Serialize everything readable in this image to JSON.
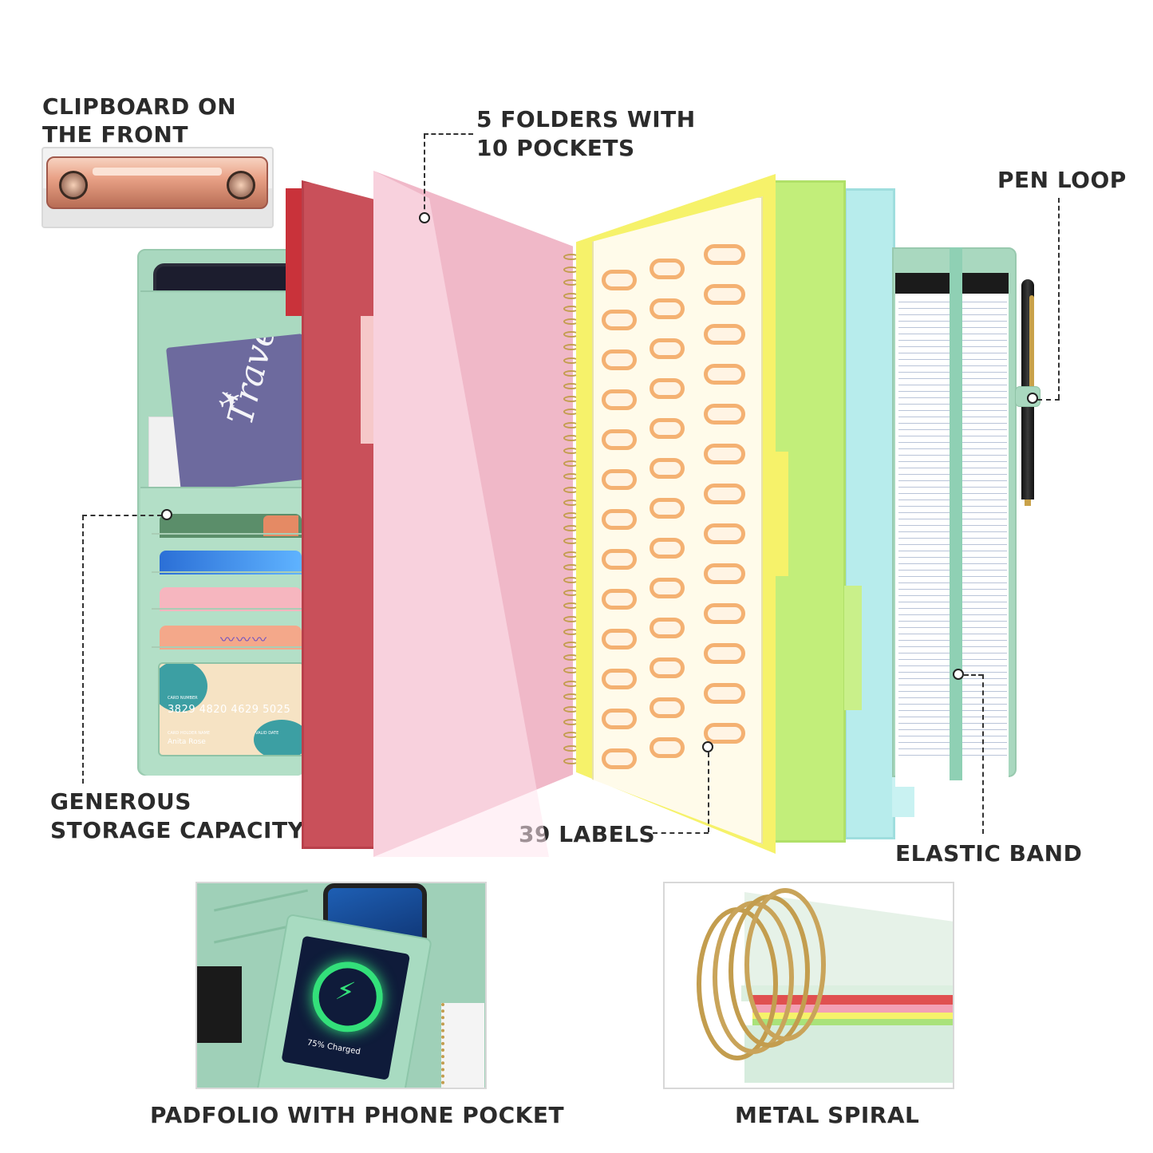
{
  "callouts": {
    "clipboard": "CLIPBOARD ON\nTHE FRONT",
    "folders": "5 FOLDERS WITH\n10 POCKETS",
    "pen_loop": "PEN LOOP",
    "storage": "GENEROUS\nSTORAGE CAPACITY",
    "labels": "39 LABELS",
    "elastic": "ELASTIC BAND"
  },
  "insets": {
    "phone_caption": "PADFOLIO WITH PHONE POCKET",
    "spiral_caption": "METAL SPIRAL",
    "phone_status": "75% Charged"
  },
  "card": {
    "card_number_label": "CARD NUMBER",
    "number": "3829 4820 4629 5025",
    "holder_label": "CARD HOLDER NAME",
    "holder_name": "Anita Rose",
    "valid_label": "VALID DATE"
  },
  "passport": {
    "text": "Travel"
  },
  "colors": {
    "mint": "#a9d8bf",
    "red_folder": "#c9505a",
    "pink_folder": "#f0b8c8",
    "yellow_folder": "#f6f26a",
    "green_folder": "#c2ee7a",
    "blue_folder": "#b7ecec",
    "label_orange": "#f4b172",
    "clip_rose_gold": "#e9a287"
  },
  "icons": [
    "clipboard-clip-icon",
    "airplane-icon",
    "lightning-icon",
    "pen-icon"
  ]
}
